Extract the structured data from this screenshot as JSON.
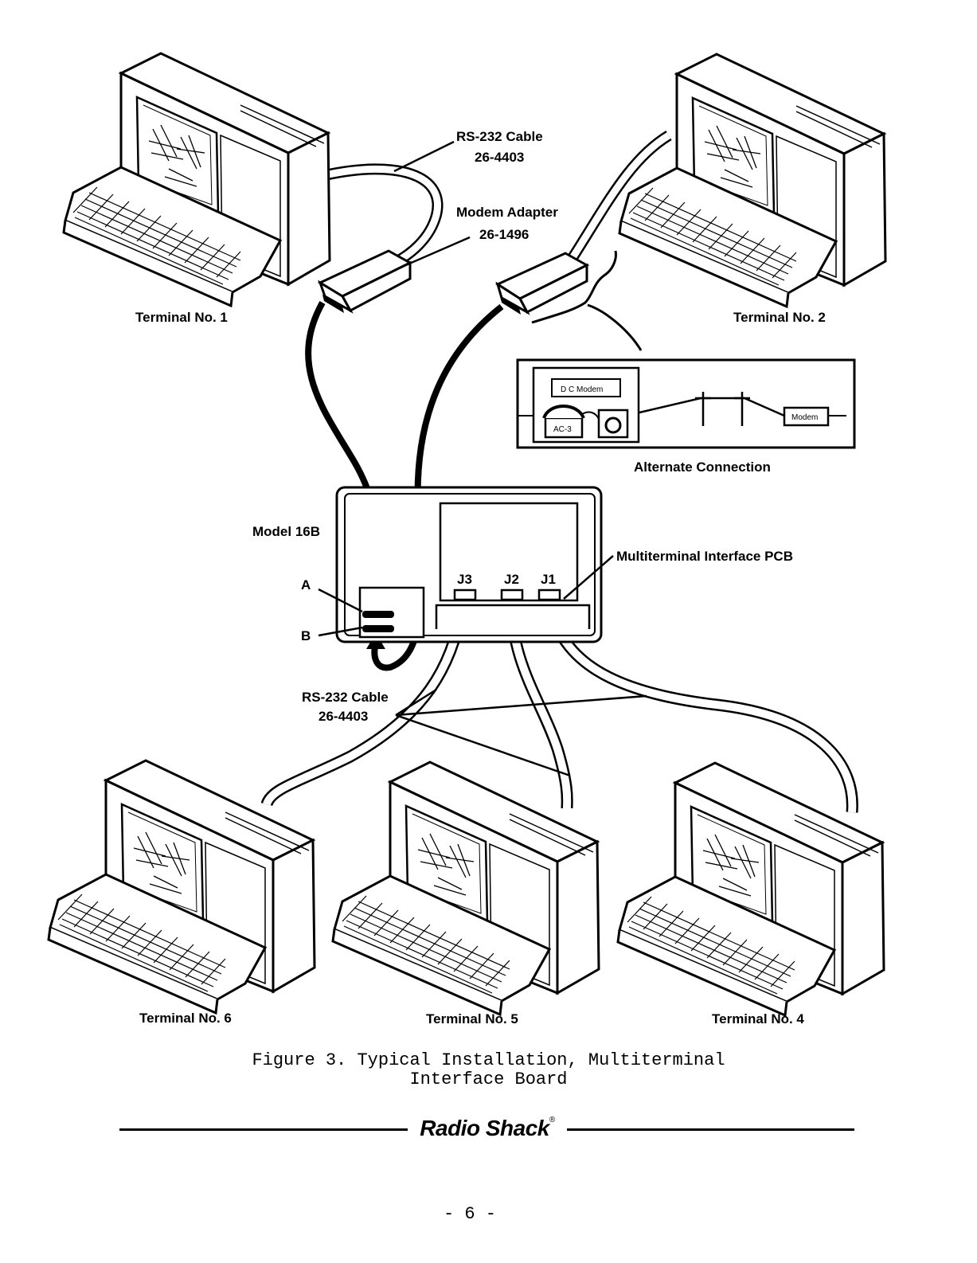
{
  "labels": {
    "rs232_top_name": "RS-232 Cable",
    "rs232_top_part": "26-4403",
    "modem_adapter_name": "Modem Adapter",
    "modem_adapter_part": "26-1496",
    "terminal_1": "Terminal No. 1",
    "terminal_2": "Terminal No. 2",
    "terminal_4": "Terminal No. 4",
    "terminal_5": "Terminal No. 5",
    "terminal_6": "Terminal No. 6",
    "dc_modem": "D C  Modem",
    "ac3": "AC-3",
    "modem": "Modem",
    "alternate_connection": "Alternate Connection",
    "model": "Model 16B",
    "port_a": "A",
    "port_b": "B",
    "j3": "J3",
    "j2": "J2",
    "j1": "J1",
    "interface_pcb": "Multiterminal Interface PCB",
    "rs232_bottom_name": "RS-232 Cable",
    "rs232_bottom_part": "26-4403"
  },
  "caption": {
    "line1": "Figure 3. Typical Installation, Multiterminal",
    "line2": "Interface Board"
  },
  "footer": {
    "brand": "Radio Shack",
    "registered": "®",
    "page": "- 6 -"
  }
}
